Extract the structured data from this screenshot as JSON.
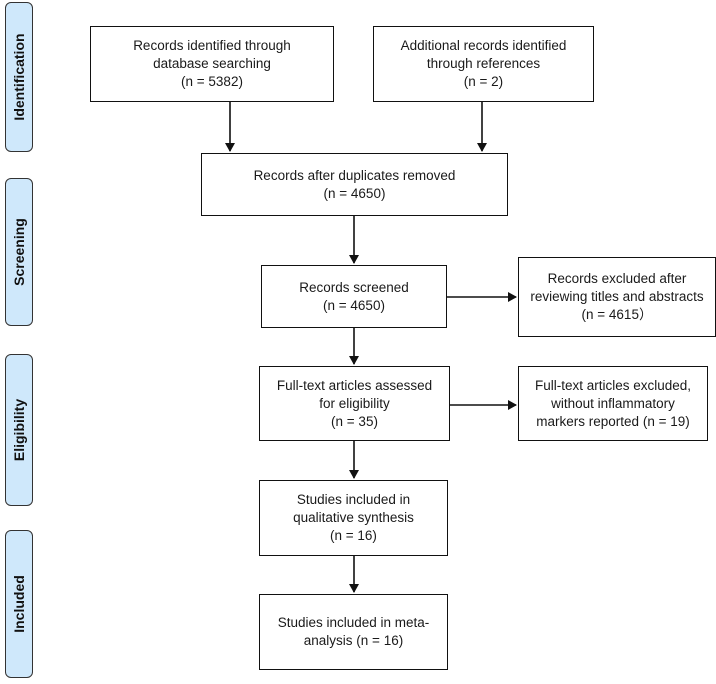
{
  "phases": {
    "identification": "Identification",
    "screening": "Screening",
    "eligibility": "Eligibility",
    "included": "Included"
  },
  "boxes": {
    "database": {
      "line1": "Records identified through",
      "line2": "database searching",
      "line3": "(n = 5382)"
    },
    "additional": {
      "line1": "Additional records identified",
      "line2": "through references",
      "line3": "(n = 2)"
    },
    "duplicates": {
      "line1": "Records after duplicates removed",
      "line2": "(n = 4650)"
    },
    "screened": {
      "line1": "Records screened",
      "line2": "(n = 4650)"
    },
    "excluded_titles": {
      "line1": "Records excluded after",
      "line2": "reviewing titles and abstracts",
      "line3": "(n = 4615）"
    },
    "fulltext": {
      "line1": "Full-text articles assessed",
      "line2": "for eligibility",
      "line3": "(n = 35)"
    },
    "excluded_fulltext": {
      "line1": "Full-text articles excluded,",
      "line2": "without inflammatory",
      "line3": "markers reported (n = 19)"
    },
    "qualitative": {
      "line1": "Studies included in",
      "line2": "qualitative synthesis",
      "line3": "(n = 16)"
    },
    "meta": {
      "line1": "Studies included in meta-",
      "line2": "analysis (n = 16)"
    }
  },
  "colors": {
    "phase_fill": "#cfe8fb",
    "border": "#111111"
  }
}
